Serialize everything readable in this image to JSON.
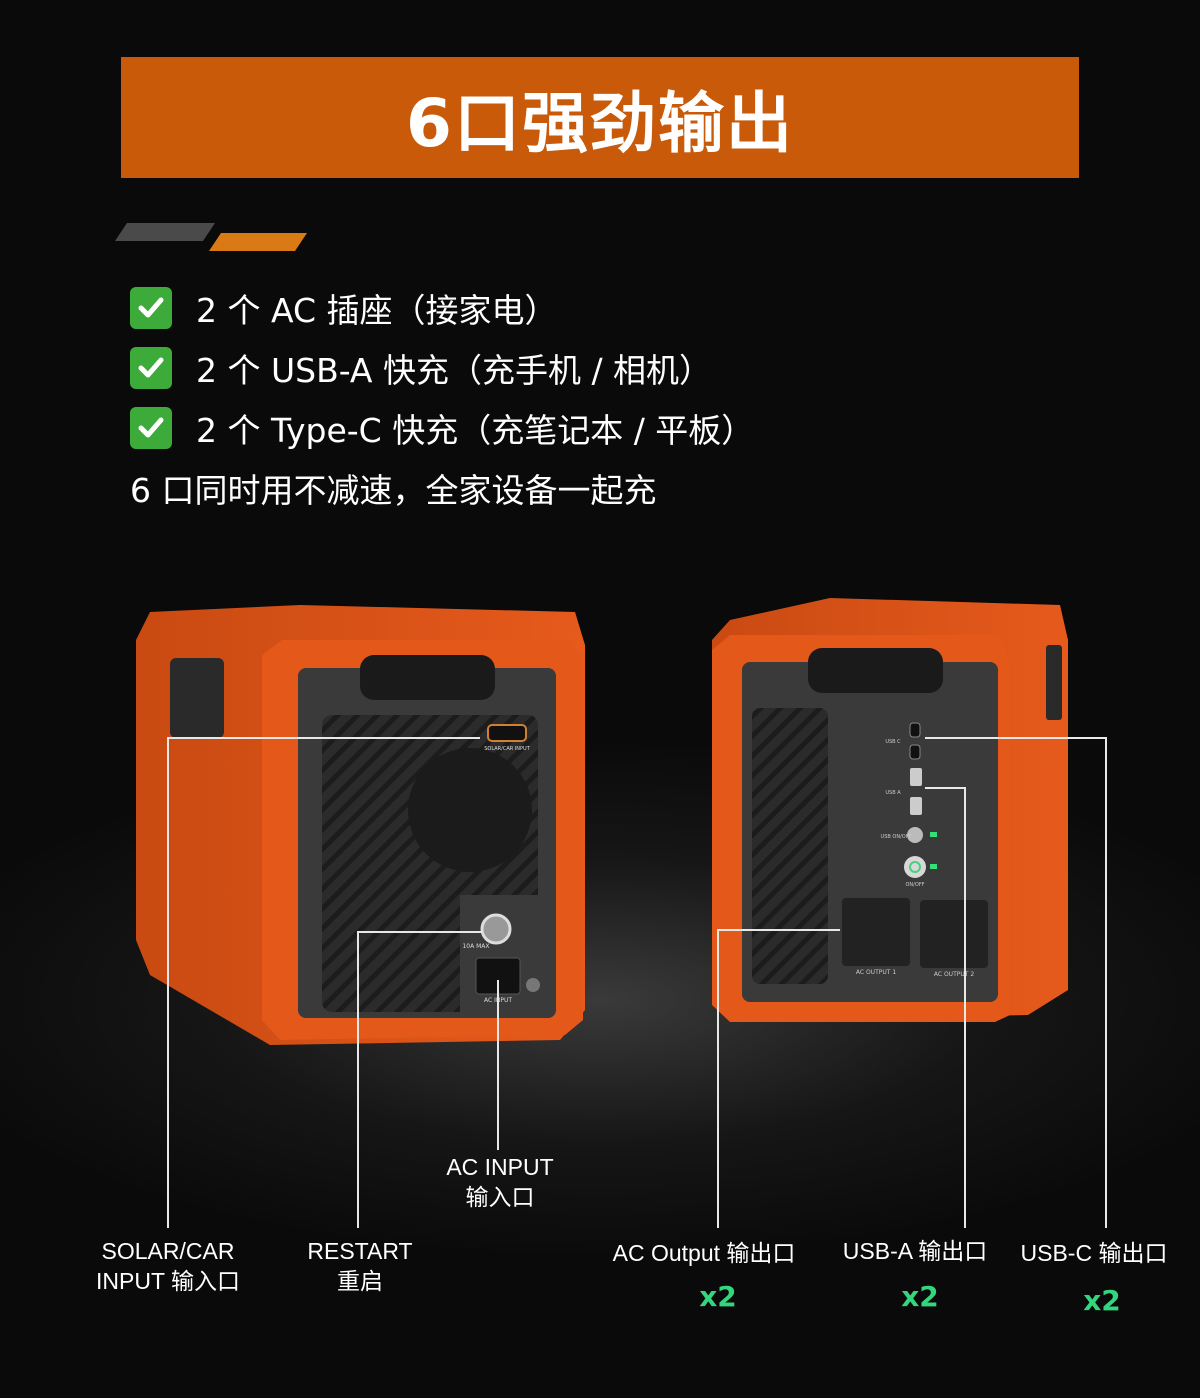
{
  "banner": {
    "title": "6口强劲输出"
  },
  "colors": {
    "accent": "#c85a0a",
    "check": "#3dab3a",
    "count": "#33d67c",
    "device_orange": "#e4581a"
  },
  "features": [
    {
      "icon": "check-icon",
      "text": "2 个 AC 插座（接家电）"
    },
    {
      "icon": "check-icon",
      "text": "2 个 USB-A 快充（充手机 / 相机）"
    },
    {
      "icon": "check-icon",
      "text": "2 个 Type-C 快充（充笔记本 / 平板）"
    }
  ],
  "summary": "6 口同时用不减速，全家设备一起充",
  "left_device": {
    "port_labels": {
      "solar": "SOLAR/CAR INPUT",
      "max": "10A MAX",
      "ac_input": "AC INPUT"
    }
  },
  "right_device": {
    "port_labels": {
      "usb_c": "USB C",
      "usb_a": "USB A",
      "usb_switch": "USB ON/OFF",
      "power": "ON/OFF",
      "ac1": "AC OUTPUT 1",
      "ac2": "AC OUTPUT 2"
    }
  },
  "callouts": {
    "solar": {
      "line1": "SOLAR/CAR",
      "line2": "INPUT 输入口"
    },
    "restart": {
      "line1": "RESTART",
      "line2": "重启"
    },
    "ac_input": {
      "line1": "AC INPUT",
      "line2": "输入口"
    },
    "ac_output": {
      "line1": "AC Output 输出口",
      "count": "x2"
    },
    "usb_a": {
      "line1": "USB-A  输出口",
      "count": "x2"
    },
    "usb_c": {
      "line1": "USB-C 输出口",
      "count": "x2"
    }
  }
}
